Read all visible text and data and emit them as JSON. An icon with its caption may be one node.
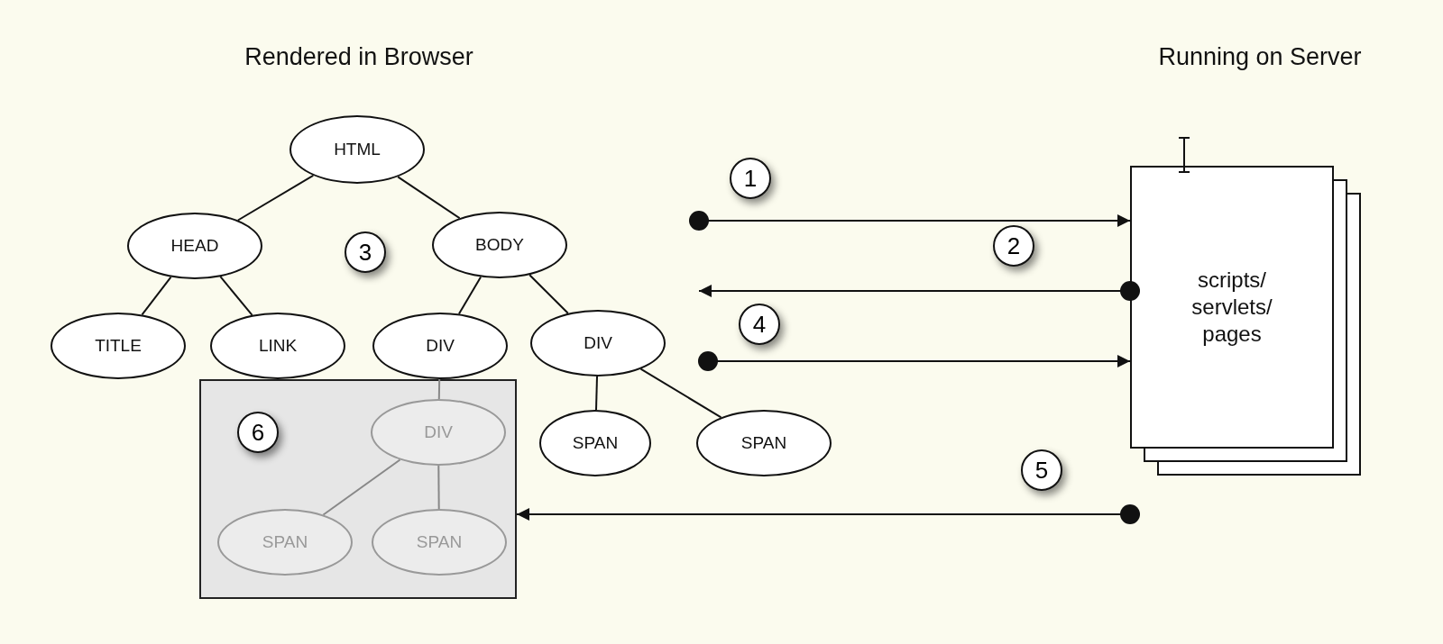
{
  "diagram": {
    "nodes": [
      {
        "text": [
          "HTML"
        ]
      },
      {
        "text": [
          "HEAD"
        ]
      },
      {
        "text": [
          "BODY"
        ]
      },
      {
        "text": [
          "TITLE"
        ]
      },
      {
        "text": [
          "LINK"
        ]
      },
      {
        "text": [
          "DIV"
        ]
      },
      {
        "text": [
          "DIV"
        ]
      },
      {
        "text": [
          "SPAN"
        ]
      },
      {
        "text": [
          "SPAN"
        ]
      },
      {
        "text": [],
        "shape": "box"
      },
      {
        "text": [
          "DIV"
        ],
        "in": 9
      },
      {
        "text": [
          "SPAN"
        ],
        "in": 9
      },
      {
        "text": [
          "SPAN"
        ],
        "in": 9
      },
      {
        "text": [
          "scripts/ servlets/ pages"
        ]
      }
    ],
    "edges": [
      {
        "from": 0,
        "to": 1,
        "arrow": "none"
      },
      {
        "from": 0,
        "to": 2,
        "arrow": "none"
      },
      {
        "from": 1,
        "to": 3,
        "arrow": "none"
      },
      {
        "from": 1,
        "to": 4,
        "arrow": "none"
      },
      {
        "from": 2,
        "to": 5,
        "arrow": "none"
      },
      {
        "from": 2,
        "to": 6,
        "arrow": "none"
      },
      {
        "from": 6,
        "to": 7,
        "arrow": "none"
      },
      {
        "from": 6,
        "to": 8,
        "arrow": "none"
      },
      {
        "from": 5,
        "to": 10,
        "arrow": "none",
        "color": "#888888"
      },
      {
        "from": 10,
        "to": 11,
        "arrow": "none",
        "color": "#888888"
      },
      {
        "from": 10,
        "to": 12,
        "arrow": "none",
        "color": "#888888"
      },
      {
        "from": null,
        "to": 13,
        "arrow": "to"
      },
      {
        "from": 13,
        "to": null,
        "arrow": "to"
      },
      {
        "from": null,
        "to": 13,
        "arrow": "to"
      },
      {
        "from": 13,
        "to": 9,
        "arrow": "to"
      }
    ],
    "labels": [
      "Rendered in Browser",
      "Running on Server",
      "1",
      "2",
      "3",
      "4",
      "5",
      "6"
    ]
  }
}
